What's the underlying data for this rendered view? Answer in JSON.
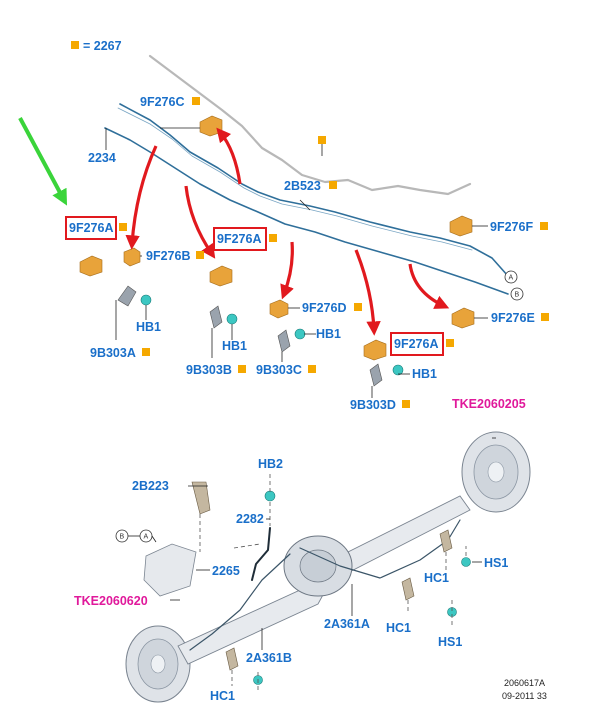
{
  "legend": {
    "text": "= 2267",
    "marker_color": "#f5a800"
  },
  "colors": {
    "label_blue": "#1a6fc9",
    "label_pink": "#e0199b",
    "highlight_red": "#e1191e",
    "pointer_green": "#3ad43a",
    "marker_orange": "#f5a800",
    "part_orange": "#e8a33a",
    "part_teal": "#3cc7c2"
  },
  "labels": {
    "c9F276C": "9F276C",
    "p2234": "2234",
    "p2B523": "2B523",
    "a9F276A_1": "9F276A",
    "a9F276A_2": "9F276A",
    "a9F276A_3": "9F276A",
    "b9F276B": "9F276B",
    "d9F276D": "9F276D",
    "f9F276F": "9F276F",
    "e9F276E": "9F276E",
    "hb1_a": "HB1",
    "hb1_b": "HB1",
    "hb1_c": "HB1",
    "hb1_d": "HB1",
    "b9B303A": "9B303A",
    "b9B303B": "9B303B",
    "b9B303C": "9B303C",
    "b9B303D": "9B303D",
    "circle_a": "A",
    "circle_b": "B",
    "circle_a2": "A",
    "circle_b2": "B",
    "tke1": "TKE2060205",
    "tke2": "TKE2060620",
    "hb2": "HB2",
    "p2B223": "2B223",
    "p2282": "2282",
    "p2265": "2265",
    "hs1_a": "HS1",
    "hs1_b": "HS1",
    "hc1_a": "HC1",
    "hc1_b": "HC1",
    "hc1_c": "HC1",
    "p2A361A": "2A361A",
    "p2A361B": "2A361B"
  },
  "footer": {
    "line1": "2060617A",
    "line2": "09-2011 33"
  }
}
